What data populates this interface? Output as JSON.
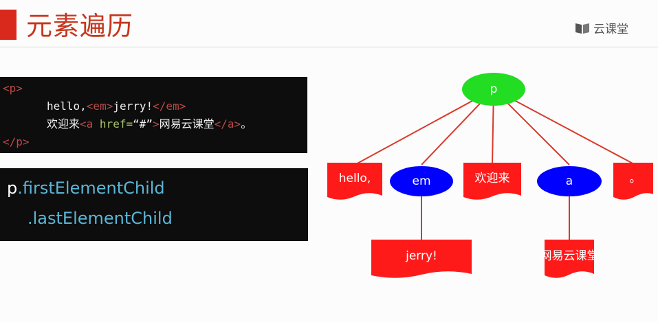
{
  "slide": {
    "title": "元素遍历",
    "brand": "云课堂",
    "brand_icon": "book-icon",
    "accent_color": "#d9281c"
  },
  "code": {
    "line1": {
      "open_p": "<p>"
    },
    "line2": {
      "hello": "hello,",
      "open_em": "<em>",
      "jerry": "jerry!",
      "close_em": "</em>"
    },
    "line3": {
      "welcome": "欢迎来",
      "open_a": "<a ",
      "href_attr": "href=",
      "href_val": "“#”",
      "close_open_a": ">",
      "site": "网易云课堂",
      "close_a": "</a>",
      "period": "。"
    },
    "line4": {
      "close_p": "</p>"
    }
  },
  "props": {
    "obj": "p",
    "first": ".firstElementChild",
    "last": ".lastElementChild"
  },
  "tree": {
    "root": {
      "label": "p",
      "color": "#22dd22"
    },
    "children": [
      {
        "label": "hello,",
        "kind": "text",
        "color": "#ff1a1a"
      },
      {
        "label": "em",
        "kind": "element",
        "color": "#0000ff"
      },
      {
        "label": "欢迎来",
        "kind": "text",
        "color": "#ff1a1a"
      },
      {
        "label": "a",
        "kind": "element",
        "color": "#0000ff"
      },
      {
        "label": "。",
        "kind": "text",
        "color": "#ff1a1a"
      }
    ],
    "grandchildren": [
      {
        "label": "jerry!",
        "parent": "em",
        "color": "#ff1a1a"
      },
      {
        "label": "网易云课堂",
        "parent": "a",
        "color": "#ff1a1a"
      }
    ],
    "edge_color": "#d83a2a"
  }
}
